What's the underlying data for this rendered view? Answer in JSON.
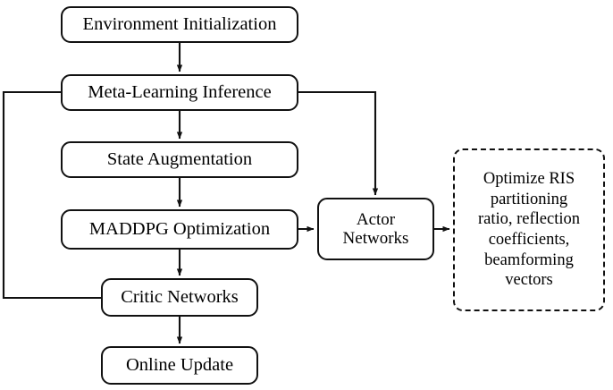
{
  "diagram": {
    "title": "Meta-Learning MADDPG RIS Optimization Flowchart",
    "type": "flowchart",
    "background_color": "#ffffff",
    "stroke_color": "#111111",
    "nodes": [
      {
        "id": "env",
        "label": "Environment Initialization",
        "shape": "rounded-rect",
        "border": "solid"
      },
      {
        "id": "meta",
        "label": "Meta-Learning Inference",
        "shape": "rounded-rect",
        "border": "solid"
      },
      {
        "id": "state",
        "label": "State Augmentation",
        "shape": "rounded-rect",
        "border": "solid"
      },
      {
        "id": "maddpg",
        "label": "MADDPG Optimization",
        "shape": "rounded-rect",
        "border": "solid"
      },
      {
        "id": "critic",
        "label": "Critic Networks",
        "shape": "rounded-rect",
        "border": "solid"
      },
      {
        "id": "online",
        "label": "Online Update",
        "shape": "rounded-rect",
        "border": "solid"
      },
      {
        "id": "actor",
        "label": "Actor\nNetworks",
        "shape": "rounded-rect",
        "border": "solid"
      },
      {
        "id": "optimize",
        "label": "Optimize RIS\npartitioning\nratio, reflection\ncoefficients,\nbeamforming\nvectors",
        "shape": "rounded-rect",
        "border": "dashed"
      }
    ],
    "edges": [
      {
        "id": "env-meta",
        "from": "env",
        "to": "meta",
        "arrow": true,
        "routing": "vertical"
      },
      {
        "id": "meta-state",
        "from": "meta",
        "to": "state",
        "arrow": true,
        "routing": "vertical"
      },
      {
        "id": "state-maddpg",
        "from": "state",
        "to": "maddpg",
        "arrow": true,
        "routing": "vertical"
      },
      {
        "id": "maddpg-critic",
        "from": "maddpg",
        "to": "critic",
        "arrow": true,
        "routing": "vertical"
      },
      {
        "id": "critic-online",
        "from": "critic",
        "to": "online",
        "arrow": true,
        "routing": "vertical"
      },
      {
        "id": "meta-actor",
        "from": "meta",
        "to": "actor",
        "arrow": true,
        "routing": "right-then-down"
      },
      {
        "id": "maddpg-actor",
        "from": "maddpg",
        "to": "actor",
        "arrow": true,
        "routing": "horizontal"
      },
      {
        "id": "actor-optimize",
        "from": "actor",
        "to": "optimize",
        "arrow": true,
        "routing": "horizontal"
      },
      {
        "id": "critic-meta-feedback",
        "from": "critic",
        "to": "meta",
        "arrow": false,
        "routing": "left-then-up-then-right"
      }
    ]
  }
}
